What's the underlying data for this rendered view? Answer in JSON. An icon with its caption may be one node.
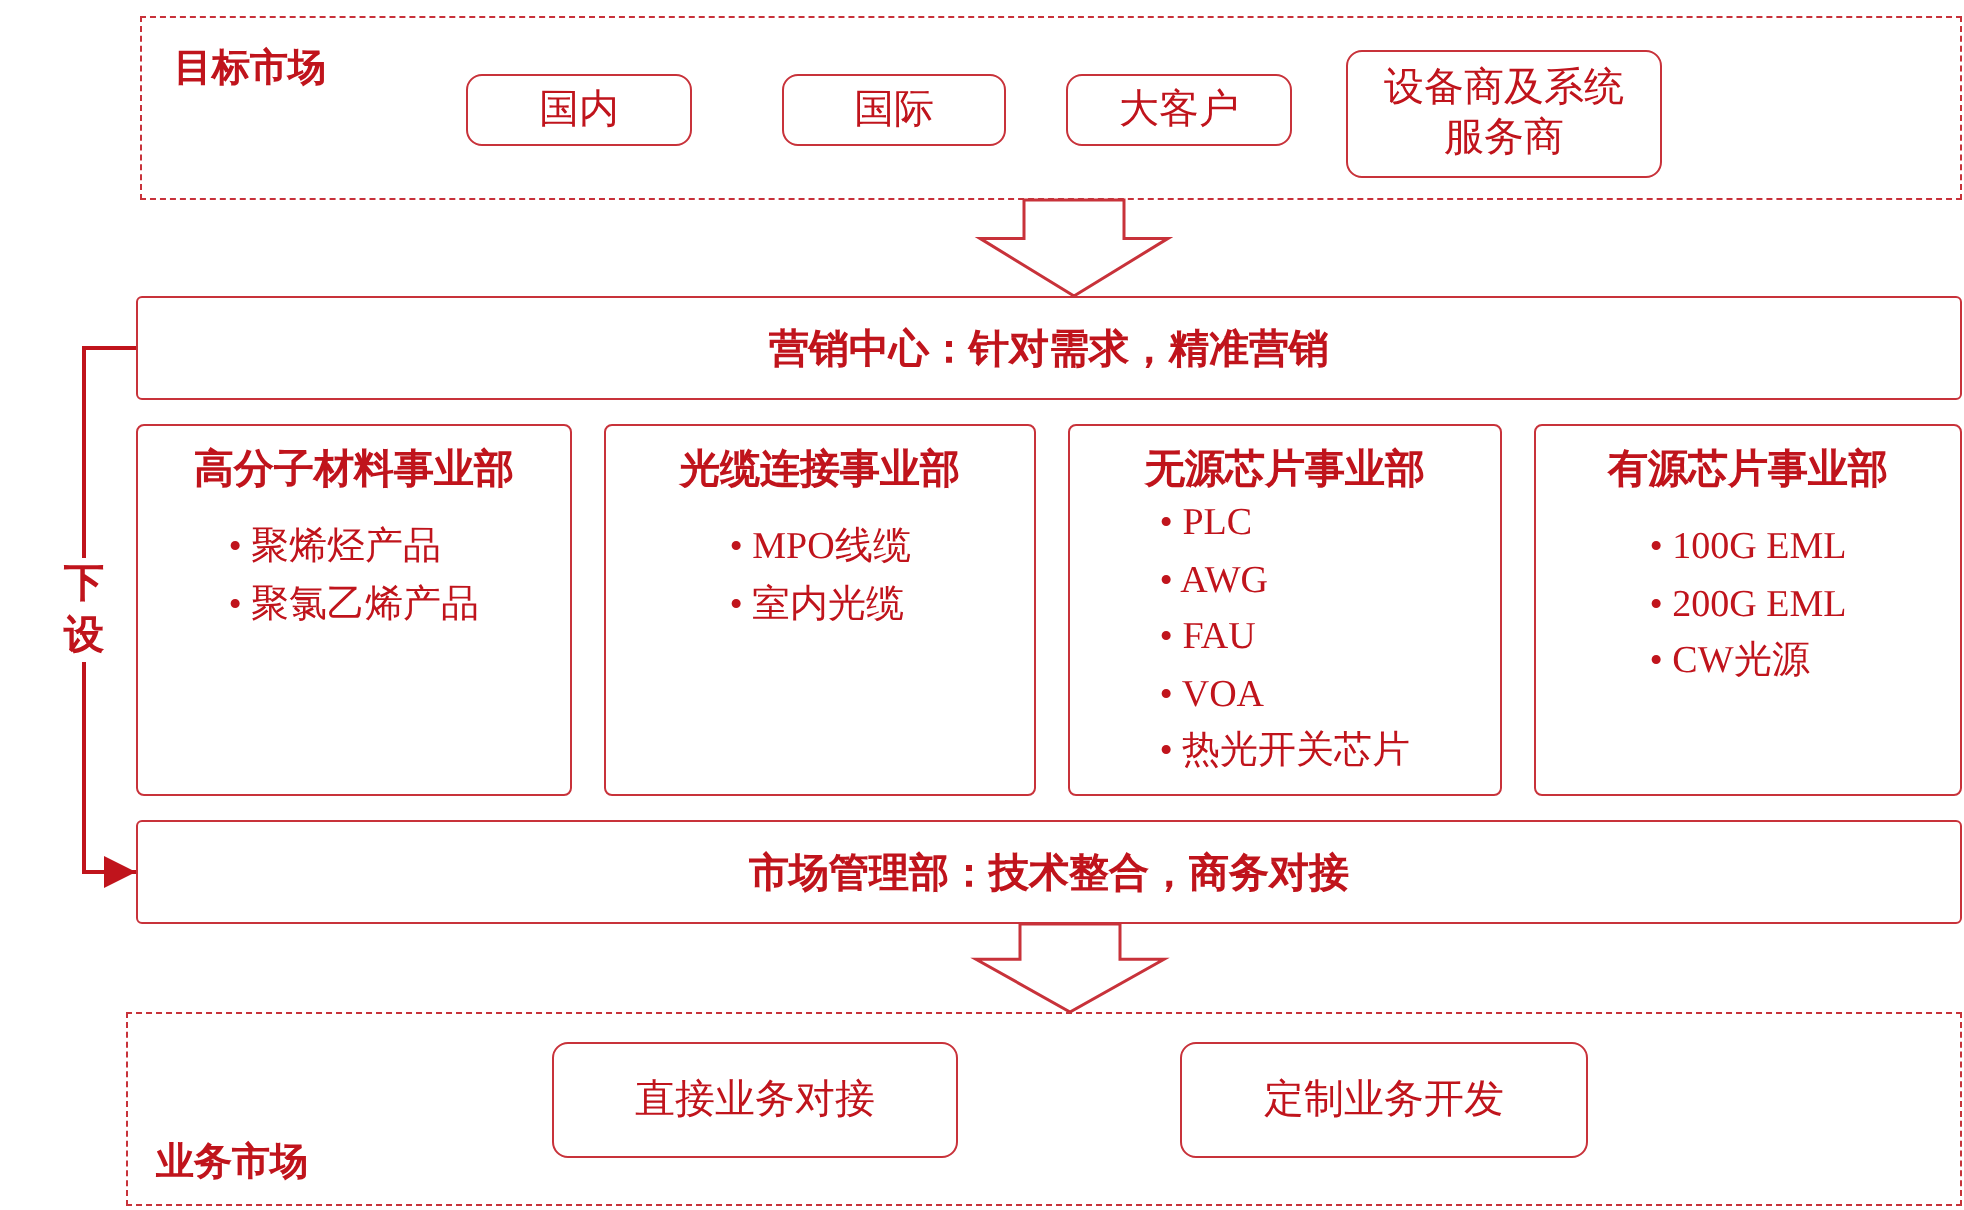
{
  "diagram": {
    "nodes": [
      {
        "text": [
          "目标市场"
        ]
      },
      {
        "text": [
          "国内"
        ],
        "in": 0
      },
      {
        "text": [
          "国际"
        ],
        "in": 0
      },
      {
        "text": [
          "大客户"
        ],
        "in": 0
      },
      {
        "text": [
          "设备商及系统服务商"
        ],
        "in": 0
      },
      {
        "text": [
          "营销中心：针对需求，精准营销"
        ]
      },
      {
        "text": [
          "高分子材料事业部",
          "• 聚烯烃产品",
          "• 聚氯乙烯产品"
        ]
      },
      {
        "text": [
          "光缆连接事业部",
          "• MPO线缆",
          "• 室内光缆"
        ]
      },
      {
        "text": [
          "无源芯片事业部",
          "• PLC",
          "• AWG",
          "• FAU",
          "• VOA",
          "• 热光开关芯片"
        ]
      },
      {
        "text": [
          "有源芯片事业部",
          "• 100G EML",
          "• 200G EML",
          "• CW光源"
        ]
      },
      {
        "text": [
          "市场管理部：技术整合，商务对接"
        ]
      },
      {
        "text": [
          "业务市场"
        ]
      },
      {
        "text": [
          "直接业务对接"
        ],
        "in": 11
      },
      {
        "text": [
          "定制业务开发"
        ],
        "in": 11
      }
    ],
    "edges": [
      {
        "from": 0,
        "to": 5,
        "arrow": "to",
        "style": "thick"
      },
      {
        "from": 5,
        "to": 10,
        "arrow": "to",
        "label": "下设"
      },
      {
        "from": 10,
        "to": 11,
        "arrow": "to",
        "style": "thick"
      }
    ]
  }
}
